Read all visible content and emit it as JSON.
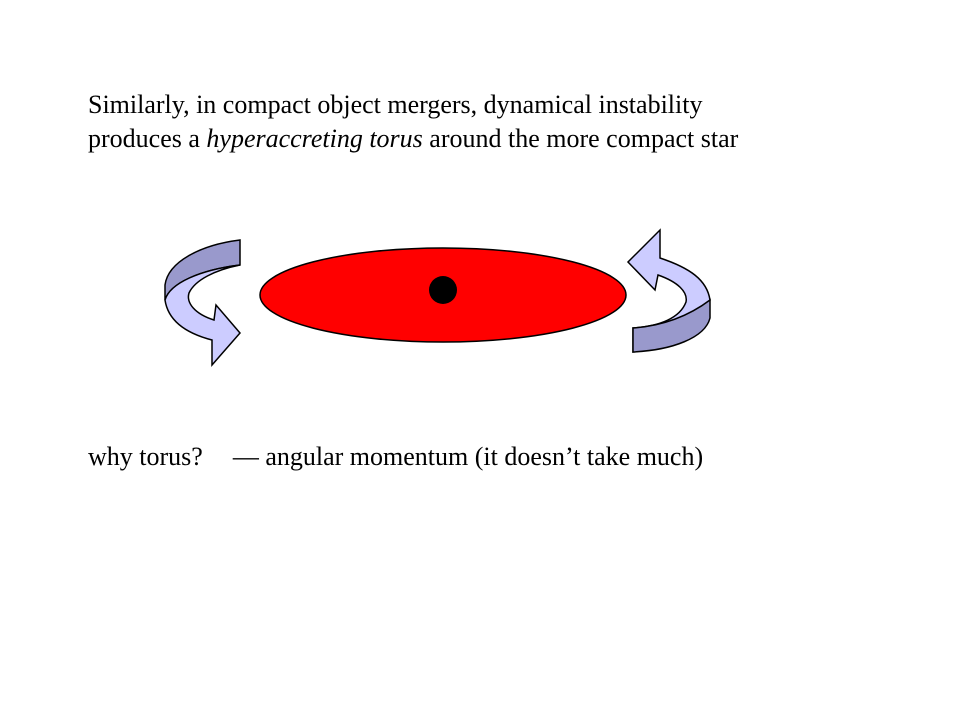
{
  "slide": {
    "heading": {
      "line1": "Similarly, in compact object mergers, dynamical instability",
      "line2_before": "produces a ",
      "line2_emphasis": "hyperaccreting torus",
      "line2_after": " around the more compact star"
    },
    "question": {
      "prompt": "why torus?",
      "answer": "— angular momentum (it doesn’t take much)"
    }
  },
  "colors": {
    "torus_fill": "#ff0000",
    "star_fill": "#000000",
    "arrow_light": "#ccccff",
    "arrow_dark": "#9999cc",
    "outline": "#000000"
  }
}
